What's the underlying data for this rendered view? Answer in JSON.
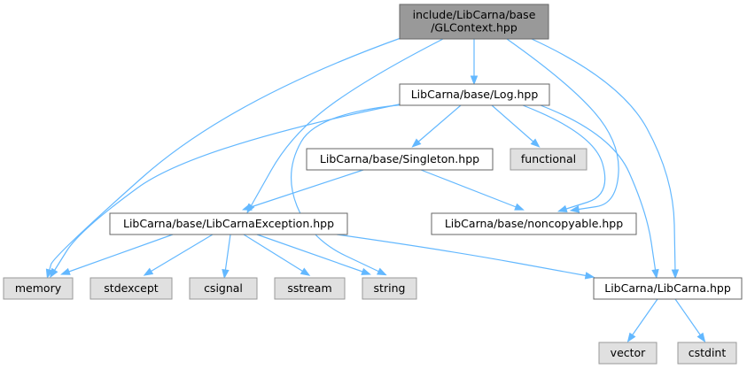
{
  "colors": {
    "root_fill": "#999999",
    "internal_fill": "#ffffff",
    "external_fill": "#e0e0e0",
    "border": "#666666",
    "border_light": "#999999",
    "edge": "#63b8ff"
  },
  "nodes": {
    "root": {
      "lines": [
        "include/LibCarna/base",
        "/GLContext.hpp"
      ],
      "kind": "root"
    },
    "log": {
      "lines": [
        "LibCarna/base/Log.hpp"
      ],
      "kind": "internal"
    },
    "singleton": {
      "lines": [
        "LibCarna/base/Singleton.hpp"
      ],
      "kind": "internal"
    },
    "functional": {
      "lines": [
        "functional"
      ],
      "kind": "external"
    },
    "exception": {
      "lines": [
        "LibCarna/base/LibCarnaException.hpp"
      ],
      "kind": "internal"
    },
    "noncopyable": {
      "lines": [
        "LibCarna/base/noncopyable.hpp"
      ],
      "kind": "internal"
    },
    "memory": {
      "lines": [
        "memory"
      ],
      "kind": "external"
    },
    "stdexcept": {
      "lines": [
        "stdexcept"
      ],
      "kind": "external"
    },
    "csignal": {
      "lines": [
        "csignal"
      ],
      "kind": "external"
    },
    "sstream": {
      "lines": [
        "sstream"
      ],
      "kind": "external"
    },
    "string": {
      "lines": [
        "string"
      ],
      "kind": "external"
    },
    "libcarna": {
      "lines": [
        "LibCarna/LibCarna.hpp"
      ],
      "kind": "internal"
    },
    "vector": {
      "lines": [
        "vector"
      ],
      "kind": "external"
    },
    "cstdint": {
      "lines": [
        "cstdint"
      ],
      "kind": "external"
    }
  }
}
